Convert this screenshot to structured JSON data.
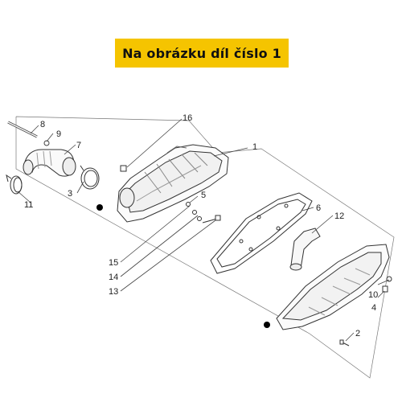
{
  "banner": {
    "text": "Na obrázku díl číslo 1",
    "color": "#f5c400"
  },
  "callouts": {
    "c1": "1",
    "c2": "2",
    "c3": "3",
    "c4": "4",
    "c5": "5",
    "c6": "6",
    "c7": "7",
    "c8": "8",
    "c9": "9",
    "c10": "10",
    "c11": "11",
    "c12": "12",
    "c13": "13",
    "c14": "14",
    "c15": "15",
    "c16": "16"
  },
  "colors": {
    "line": "#555555",
    "dot": "#000000"
  }
}
